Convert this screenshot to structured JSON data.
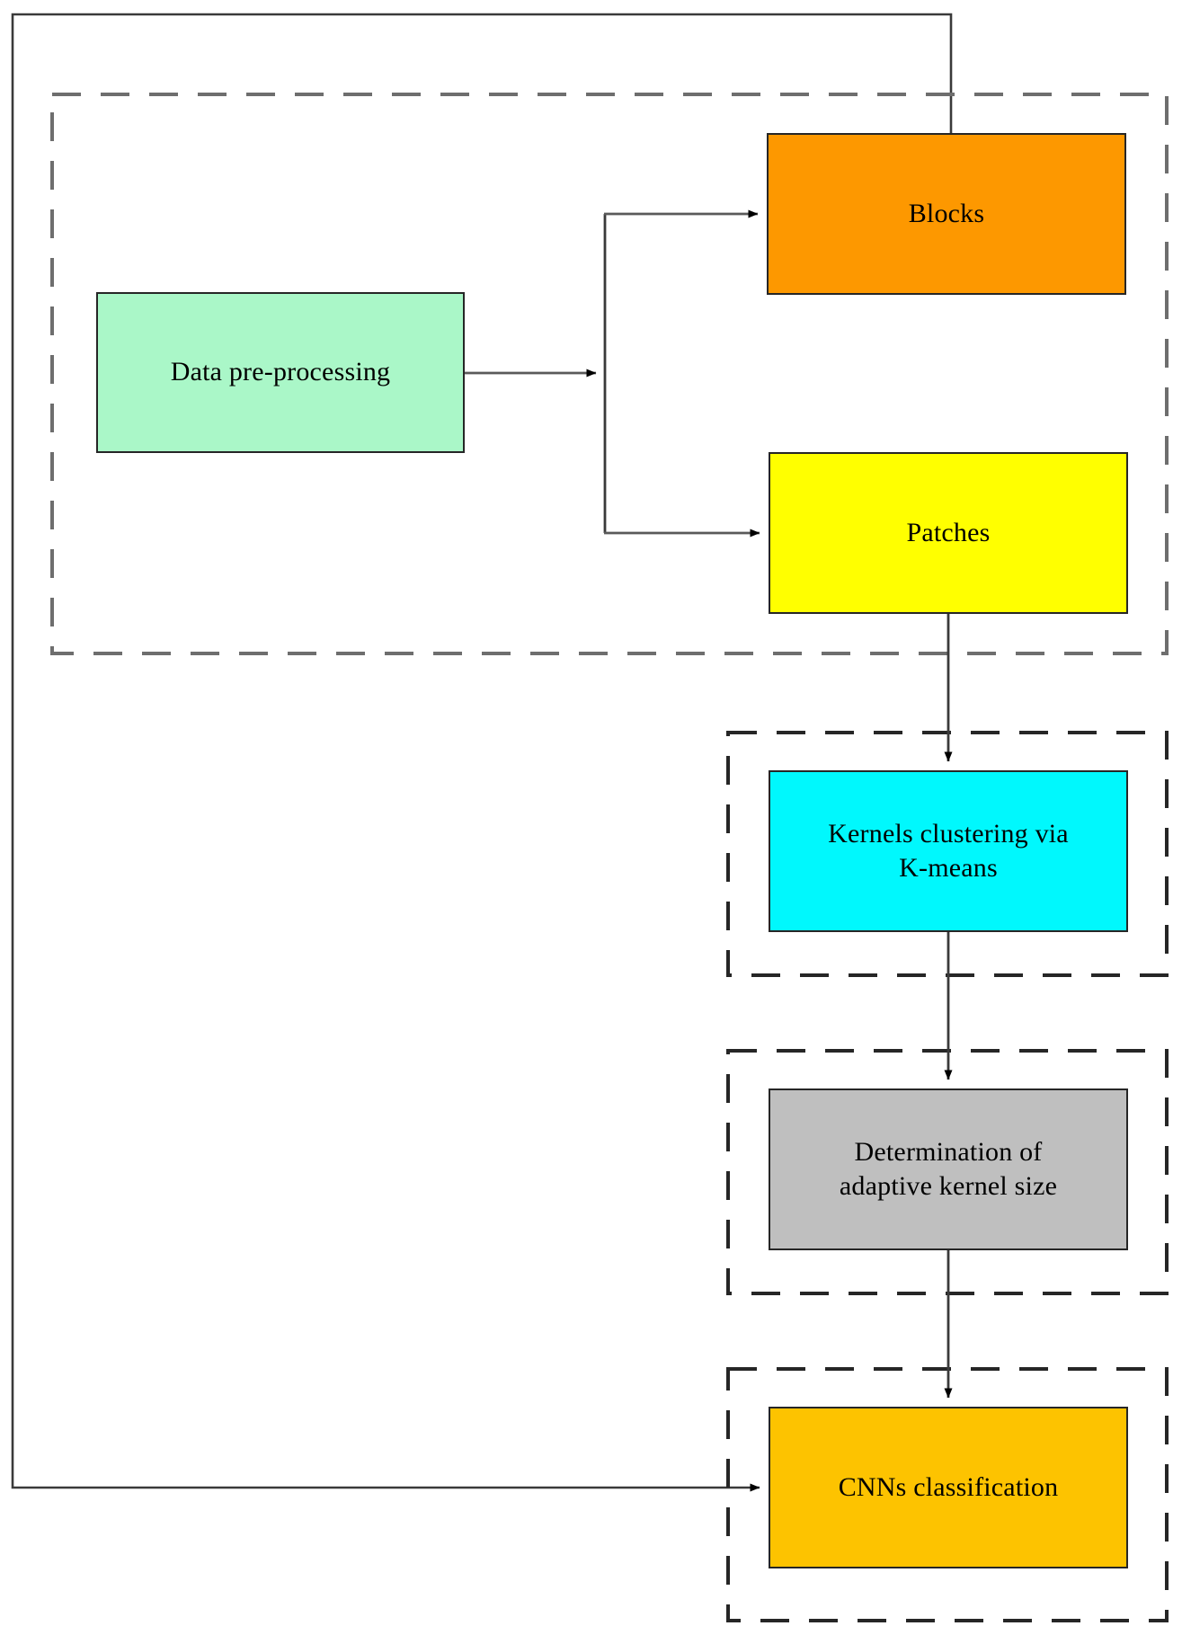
{
  "diagram": {
    "title": "Adaptive kernel CNN classification pipeline flowchart",
    "type": "flowchart",
    "background_color": "#ffffff",
    "nodes": [
      {
        "id": "data-pre-processing",
        "label": "Data pre-processing",
        "fill": "#aaf7c8",
        "stroke": "#262626"
      },
      {
        "id": "blocks",
        "label": "Blocks",
        "fill": "#fd9800",
        "stroke": "#262626"
      },
      {
        "id": "patches",
        "label": "Patches",
        "fill": "#ffff00",
        "stroke": "#262626"
      },
      {
        "id": "kernels-clustering",
        "label": "Kernels clustering via\nK-means",
        "fill": "#00f8fd",
        "stroke": "#262626"
      },
      {
        "id": "adaptive-kernel-size",
        "label": "Determination of\nadaptive kernel size",
        "fill": "#bfbfbf",
        "stroke": "#262626"
      },
      {
        "id": "cnns-classification",
        "label": "CNNs classification",
        "fill": "#fdc300",
        "stroke": "#262626"
      }
    ],
    "groups": [
      {
        "id": "group-preprocessing",
        "style": "dashed",
        "stroke": "#6e6e6e"
      },
      {
        "id": "group-clustering",
        "style": "dashed",
        "stroke": "#262626"
      },
      {
        "id": "group-kernel-size",
        "style": "dashed",
        "stroke": "#262626"
      },
      {
        "id": "group-classification",
        "style": "dashed",
        "stroke": "#262626"
      }
    ],
    "edges": [
      {
        "id": "edge-preprocessing-split",
        "from": "data-pre-processing",
        "to": "split-junction",
        "arrow": true
      },
      {
        "id": "edge-split-blocks",
        "from": "split-junction",
        "to": "blocks",
        "arrow": true
      },
      {
        "id": "edge-split-patches",
        "from": "split-junction",
        "to": "patches",
        "arrow": true
      },
      {
        "id": "edge-patches-kernels",
        "from": "patches",
        "to": "kernels-clustering",
        "arrow": true
      },
      {
        "id": "edge-kernels-kernelsize",
        "from": "kernels-clustering",
        "to": "adaptive-kernel-size",
        "arrow": true
      },
      {
        "id": "edge-kernelsize-cnns",
        "from": "adaptive-kernel-size",
        "to": "cnns-classification",
        "arrow": true
      },
      {
        "id": "edge-blocks-cnns-bypass",
        "from": "blocks",
        "to": "cnns-classification",
        "arrow": true
      }
    ]
  }
}
